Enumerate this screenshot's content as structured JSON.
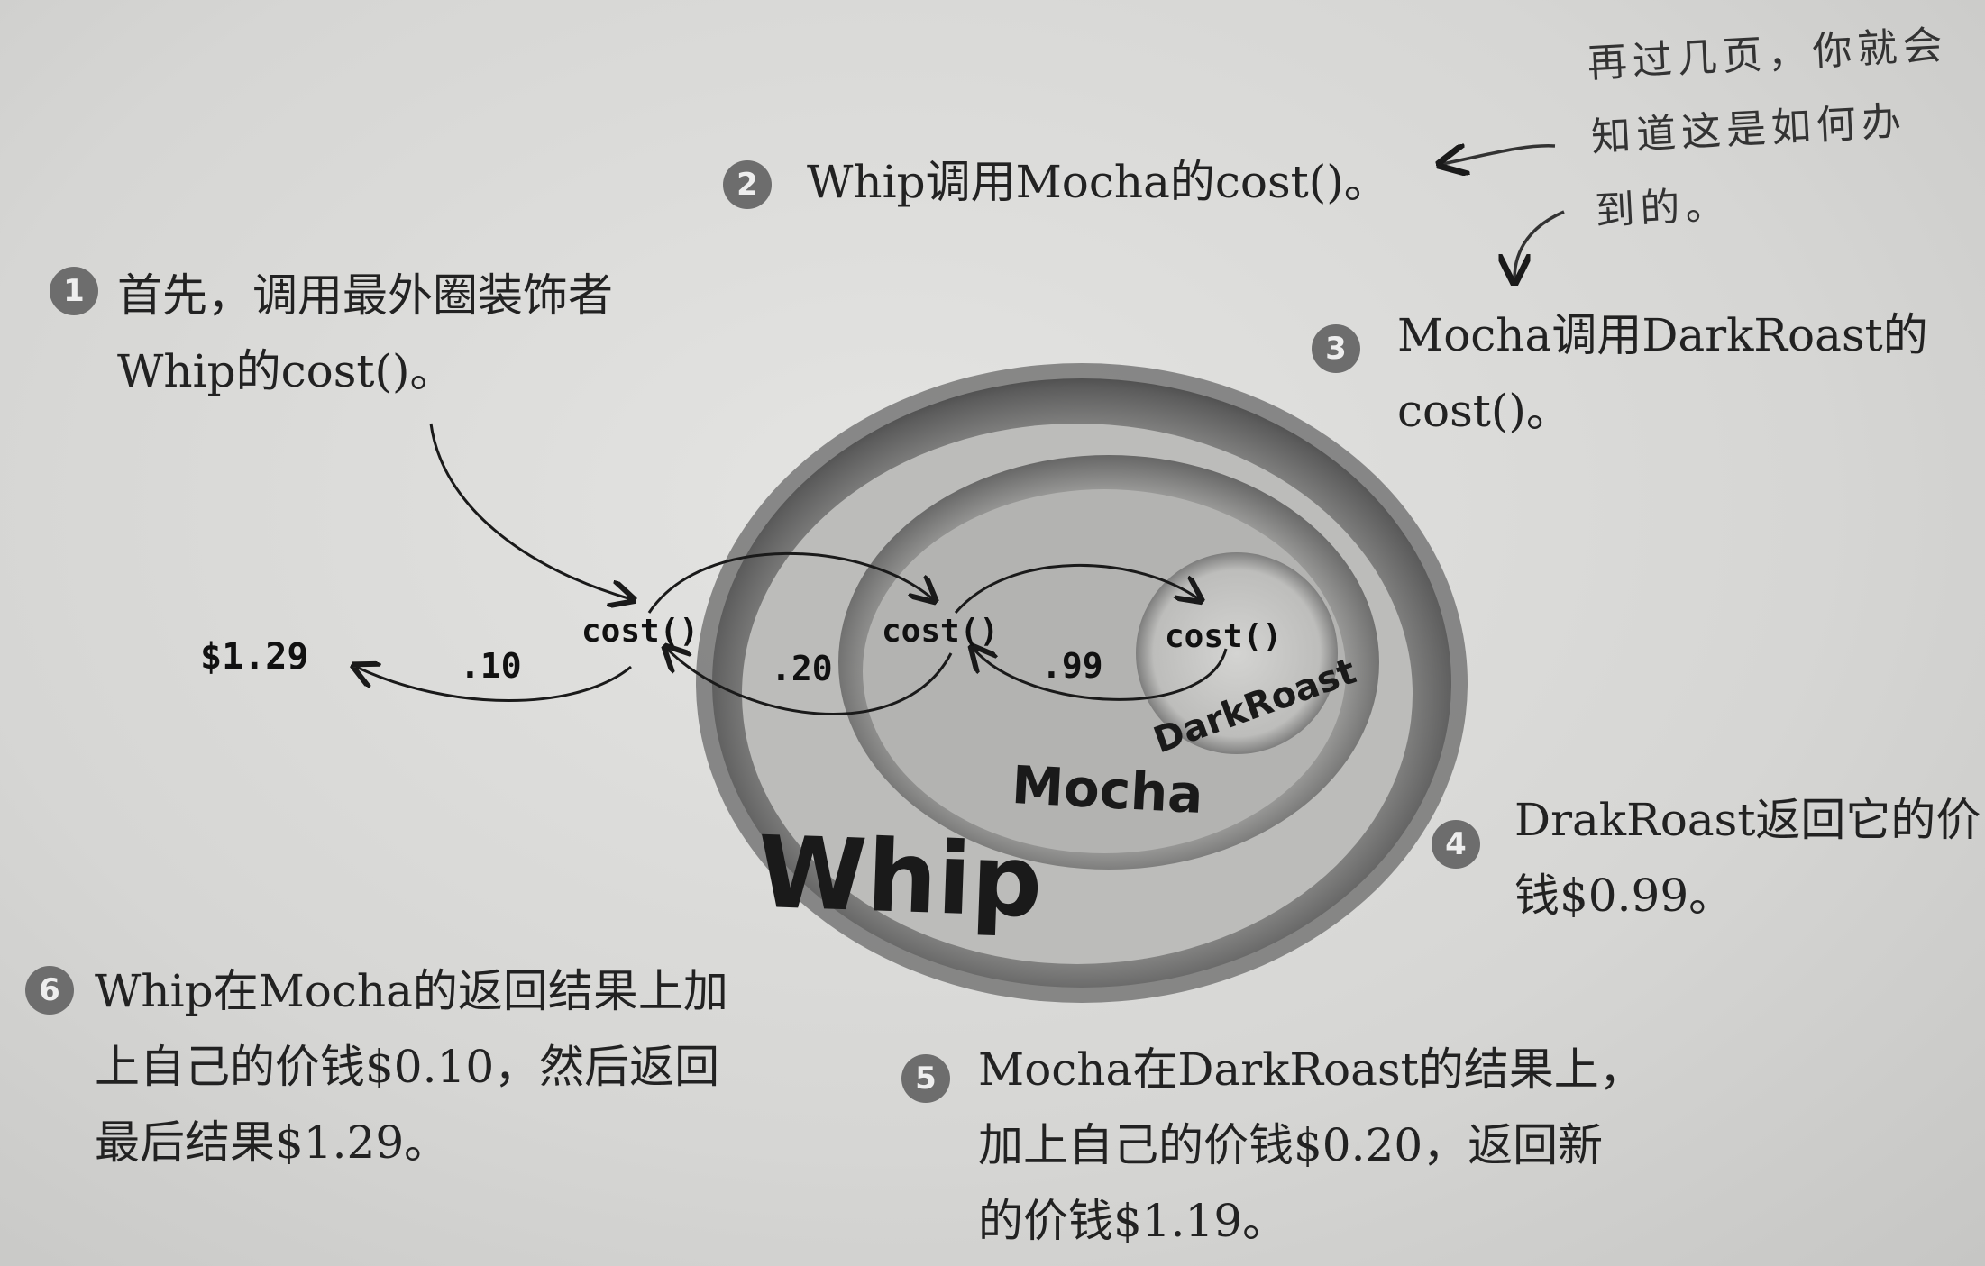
{
  "steps": [
    {
      "num": "1",
      "lines": [
        "首先，调用最外圈装饰者",
        "Whip的cost()。"
      ]
    },
    {
      "num": "2",
      "lines": [
        "Whip调用Mocha的cost()。"
      ]
    },
    {
      "num": "3",
      "lines": [
        "Mocha调用DarkRoast的",
        "cost()。"
      ]
    },
    {
      "num": "4",
      "lines": [
        "DrakRoast返回它的价",
        "钱$0.99。"
      ]
    },
    {
      "num": "5",
      "lines": [
        "Mocha在DarkRoast的结果上，",
        "加上自己的价钱$0.20，返回新",
        "的价钱$1.19。"
      ]
    },
    {
      "num": "6",
      "lines": [
        "Whip在Mocha的返回结果上加",
        "上自己的价钱$0.10，然后返回",
        "最后结果$1.29。"
      ]
    }
  ],
  "handnote": {
    "lines": [
      "再过几页，你就会",
      "知道这是如何办",
      "到的。"
    ]
  },
  "diagram": {
    "outer_label": "Whip",
    "middle_label": "Mocha",
    "inner_label": "DarkRoast",
    "method_label": "cost()",
    "value_whip": ".10",
    "value_mocha": ".20",
    "value_darkroast": ".99",
    "result": "$1.29"
  },
  "colors": {
    "circle_outer": "#7a7a7a",
    "circle_mid": "#9a9a9a",
    "circle_inner": "#b5b5b5",
    "badge": "#6d6d6d"
  }
}
